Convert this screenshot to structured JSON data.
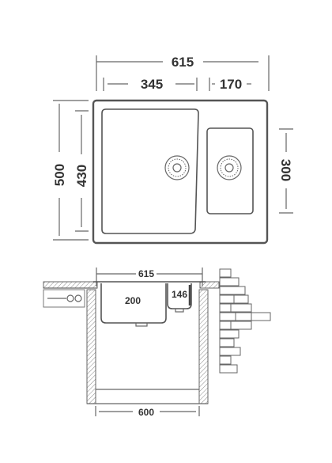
{
  "top_view": {
    "overall_width": "615",
    "main_bowl_width": "345",
    "side_bowl_width": "170",
    "overall_depth": "500",
    "main_bowl_depth": "430",
    "side_bowl_depth": "300"
  },
  "section_view": {
    "top_width": "615",
    "main_bowl_depth": "200",
    "side_bowl_depth": "146",
    "cabinet_width": "600"
  }
}
